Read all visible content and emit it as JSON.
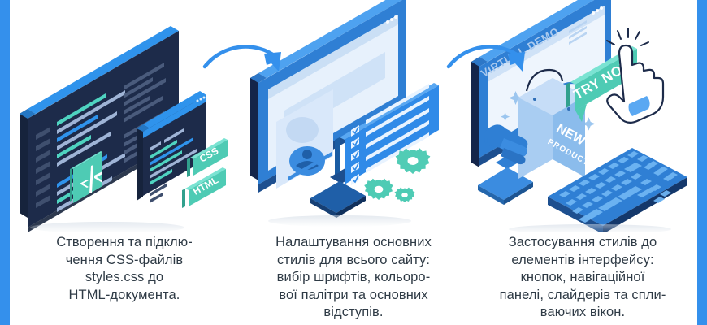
{
  "theme": {
    "accent_blue": "#3490ec",
    "deep_navy": "#1d2b4a",
    "mid_blue": "#1f79d2",
    "light_blue": "#bcd9f7",
    "pale_blue": "#dceaf9",
    "teal": "#4ecbb4",
    "teal_dark": "#36a894",
    "text": "#2f3b46",
    "white": "#ffffff"
  },
  "edges": {
    "left_bar_label": "left-accent-bar",
    "right_bar_label": "right-accent-bar"
  },
  "arrows": [
    {
      "name": "arrow-step1-to-step2",
      "direction": "right-down"
    },
    {
      "name": "arrow-step2-to-step3",
      "direction": "right-down"
    }
  ],
  "steps": [
    {
      "id": "step-1",
      "caption": "Створення та підклю-\nчення CSS-файлів\nstyles.css до\nHTML-документа.",
      "illustration": {
        "name": "code-editor-illustration",
        "badge_label": "</>",
        "tags": [
          "CSS",
          "HTML"
        ],
        "window_dots": "• • •"
      }
    },
    {
      "id": "step-2",
      "caption": "Налаштування основних\nстилів для всього сайту:\nвибір шрифтів, кольоро-\nвої палітри та основних\nвідступів.",
      "illustration": {
        "name": "monitor-settings-illustration",
        "checklist_items": 5,
        "gears": 3,
        "window_dots": "• • •"
      }
    },
    {
      "id": "step-3",
      "caption": "Застосування стилів до\nелементів інтерфейсу:\nкнопок, навігаційної\nпанелі, слайдерів та спли-\nваючих вікон.",
      "illustration": {
        "name": "ui-elements-illustration",
        "screen_label": "VIRTUAL DEMO",
        "bubble_label": "TRY NOW",
        "bag_label_line1": "NEW",
        "bag_label_line2": "PRODUCT",
        "window_dots": "• • •"
      }
    }
  ]
}
